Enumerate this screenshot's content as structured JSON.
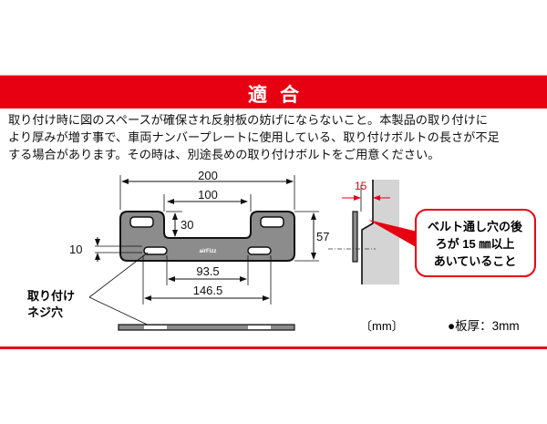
{
  "header": {
    "title": "適合"
  },
  "description": {
    "lines": [
      "取り付け時に図のスペースが確保され反射板の妨げにならないこと。本製品の取り付けに",
      "より厚みが増す事で、車両ナンバープレートに使用している、取り付けボルトの長さが不足",
      "する場合があります。その時は、別途長めの取り付けボルトをご用意ください。"
    ]
  },
  "diagram": {
    "dimensions": {
      "overall_width": "200",
      "notch_width": "100",
      "notch_depth": "30",
      "height": "57",
      "hole_height": "10",
      "inner_hole_pitch": "93.5",
      "outer_hole_pitch": "146.5",
      "rear_clearance": "15"
    },
    "logo_text": "airFizz",
    "hole_label": [
      "取り付け",
      "ネジ穴"
    ],
    "callout": [
      "ベルト通し穴の後",
      "ろが 15 ㎜以上",
      "あいていること"
    ],
    "unit_note": "〔mm〕",
    "thickness_note": "●板厚：3mm"
  },
  "colors": {
    "accent": "#e60012",
    "plate": "#8c8c8c",
    "wall": "#d4d4d4"
  }
}
